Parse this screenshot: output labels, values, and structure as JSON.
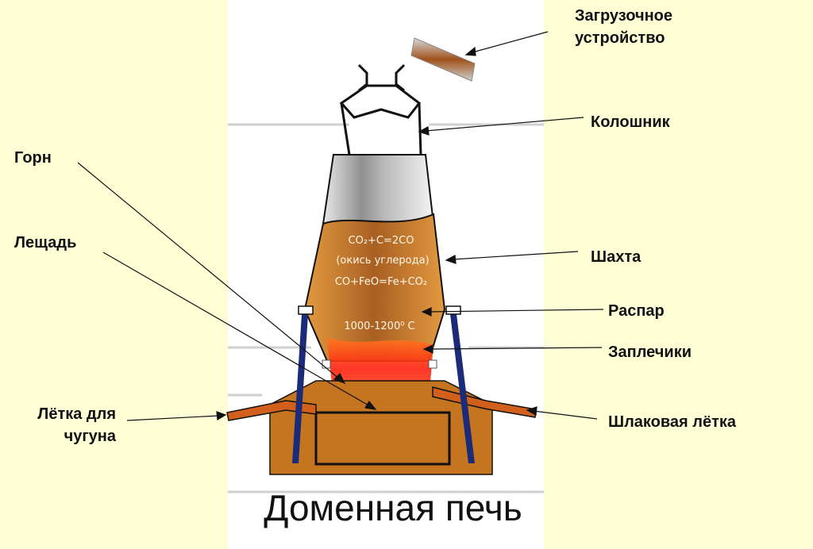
{
  "title": "Доменная печь",
  "labels": {
    "loading_device_l1": "Загрузочное",
    "loading_device_l2": "устройство",
    "throat": "Колошник",
    "hearth": "Горн",
    "bottom": "Лещадь",
    "shaft": "Шахта",
    "belly": "Распар",
    "bosh": "Заплечики",
    "iron_notch_l1": "Лётка для",
    "iron_notch_l2": "чугуна",
    "slag_notch": "Шлаковая лётка"
  },
  "inner_text": {
    "reaction1": "CO₂+C=2CO",
    "note1": "(окись углерода)",
    "reaction2": "CO+FeO=Fe+CO₂",
    "temperature": "1000-1200⁰ C"
  },
  "colors": {
    "background": "#ffffd6",
    "panel": "#ffffff",
    "ore": "#c87a2a",
    "hot_zone": "#ff2a10",
    "steel": "#a9a9a9",
    "column": "#1c2a7a"
  }
}
